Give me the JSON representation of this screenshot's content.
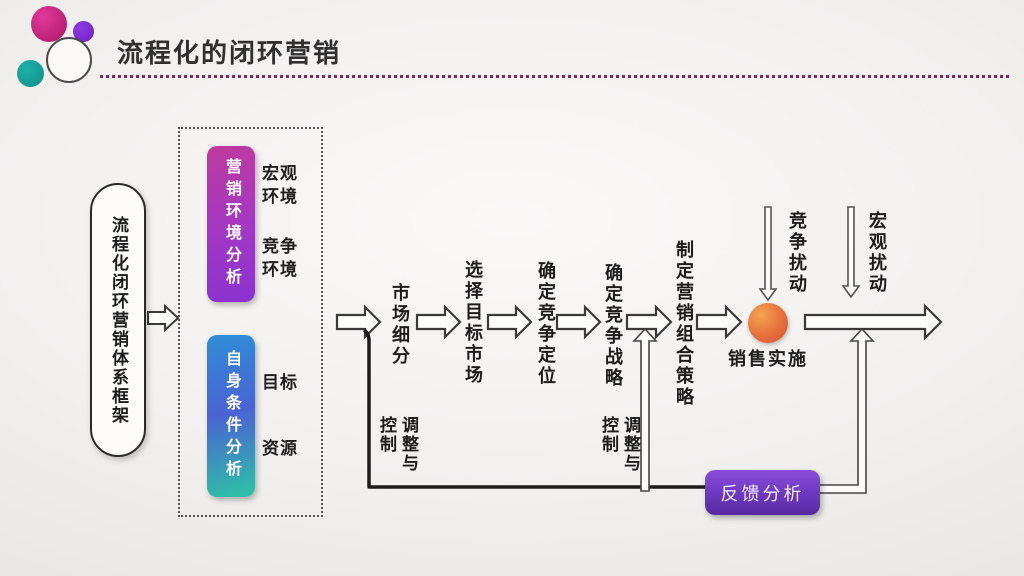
{
  "title": "流程化的闭环营销",
  "pill": {
    "label": "流程化闭环营销体系框架"
  },
  "env_box": {
    "purple_card": "营销环境分析",
    "purple_items": [
      "宏观环境",
      "竞争环境"
    ],
    "teal_card": "自身条件分析",
    "teal_items": [
      "目标",
      "资源"
    ]
  },
  "flow": {
    "steps": [
      "市场细分",
      "选择目标市场",
      "确定竞争定位",
      "确定竞争战略",
      "制定营销组合策略"
    ],
    "sales_label": "销售实施"
  },
  "disturbances": [
    "竞争扰动",
    "宏观扰动"
  ],
  "feedback": {
    "box_label": "反馈分析",
    "adjust_labels": [
      "调整与控制",
      "调整与控制"
    ]
  },
  "colors": {
    "accent_magenta": "#b81f72",
    "accent_purple": "#6c1fc0",
    "accent_teal": "#0f8d88",
    "card_purple_top": "#bd3a9e",
    "card_purple_bottom": "#8a32cf",
    "card_teal_top": "#2f8ed6",
    "card_teal_bottom": "#2cc4a4",
    "feedback_purple": "#6c38c0",
    "sales_orange": "#e8763f",
    "dotted_rule": "#7d2b56"
  }
}
